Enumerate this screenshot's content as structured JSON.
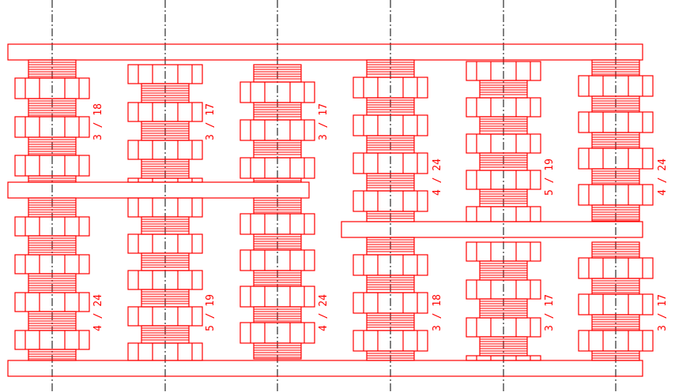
{
  "diagram": {
    "stroke_color": "#ff0000",
    "axis_color": "#000000",
    "columns": [
      {
        "upper_label": "3 / 18",
        "lower_label": "4 / 24"
      },
      {
        "upper_label": "3 / 17",
        "lower_label": "5 / 19"
      },
      {
        "upper_label": "3 / 17",
        "lower_label": "4 / 24"
      },
      {
        "upper_label": "4 / 24",
        "lower_label": "3 / 18"
      },
      {
        "upper_label": "5 / 19",
        "lower_label": "3 / 17"
      },
      {
        "upper_label": "4 / 24",
        "lower_label": "3 / 17"
      }
    ]
  }
}
